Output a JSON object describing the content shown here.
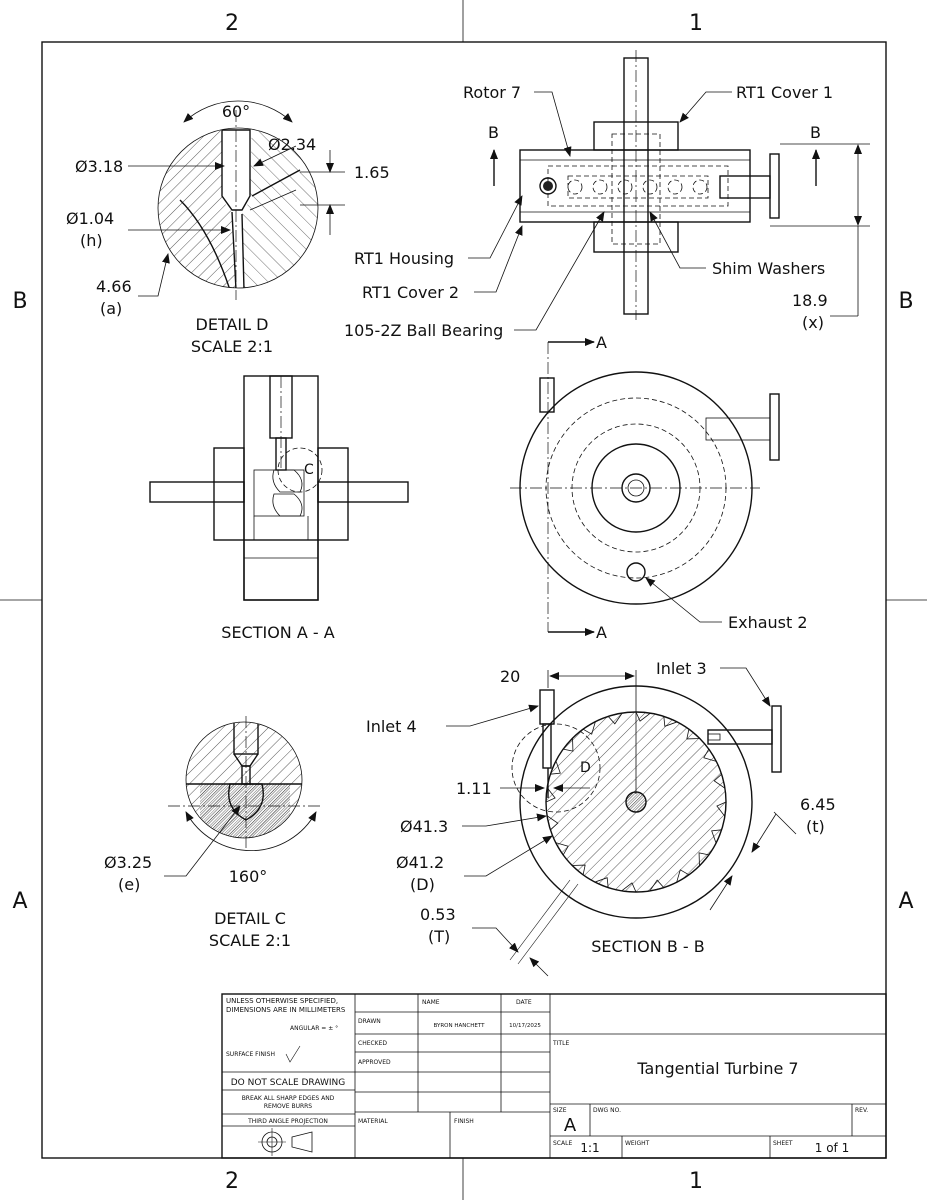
{
  "zones": {
    "top_left": "2",
    "top_right": "1",
    "left_top": "B",
    "left_bottom": "A",
    "right_top": "B",
    "right_bottom": "A",
    "bottom_left": "2",
    "bottom_right": "1"
  },
  "labels": {
    "rotor": "Rotor 7",
    "cover1": "RT1 Cover 1",
    "housing": "RT1 Housing",
    "cover2": "RT1 Cover 2",
    "shim": "Shim Washers",
    "bearing": "105-2Z Ball Bearing",
    "exhaust": "Exhaust 2",
    "inlet3": "Inlet 3",
    "inlet4": "Inlet 4",
    "detail_d_marker": "D",
    "detail_c_marker": "C",
    "section_b_left": "B",
    "section_b_right": "B",
    "section_a_top": "A",
    "section_a_bottom": "A"
  },
  "views": {
    "detail_d": {
      "title": "DETAIL D",
      "scale": "SCALE 2:1"
    },
    "section_aa": {
      "title": "SECTION A - A"
    },
    "detail_c": {
      "title": "DETAIL C",
      "scale": "SCALE 2:1"
    },
    "section_bb": {
      "title": "SECTION B - B"
    }
  },
  "dimensions": {
    "angle60": "60°",
    "d318": "Ø3.18",
    "d234": "Ø2.34",
    "d165": "1.65",
    "d104": "Ø1.04",
    "d104_var": "(h)",
    "d466": "4.66",
    "d466_var": "(a)",
    "d189": "18.9",
    "d189_var": "(x)",
    "d20": "20",
    "d111": "1.11",
    "d413": "Ø41.3",
    "d412": "Ø41.2",
    "d412_var": "(D)",
    "d645": "6.45",
    "d645_var": "(t)",
    "d053": "0.53",
    "d053_var": "(T)",
    "d325": "Ø3.25",
    "d325_var": "(e)",
    "angle160": "160°"
  },
  "title_block": {
    "unless1": "UNLESS OTHERWISE SPECIFIED,",
    "unless2": "DIMENSIONS ARE IN MILLIMETERS",
    "angular": "ANGULAR = ± °",
    "surface": "SURFACE FINISH",
    "noscale": "DO NOT SCALE DRAWING",
    "break1": "BREAK ALL SHARP EDGES AND",
    "break2": "REMOVE BURRS",
    "projection": "THIRD ANGLE PROJECTION",
    "col_name": "NAME",
    "col_date": "DATE",
    "drawn": "DRAWN",
    "drawn_name": "BYRON HANCHETT",
    "drawn_date": "10/17/2025",
    "checked": "CHECKED",
    "approved": "APPROVED",
    "material": "MATERIAL",
    "finish": "FINISH",
    "title_label": "TITLE",
    "title": "Tangential Turbine 7",
    "size_label": "SIZE",
    "size": "A",
    "dwg_label": "DWG NO.",
    "rev_label": "REV.",
    "scale_label": "SCALE",
    "scale": "1:1",
    "weight_label": "WEIGHT",
    "sheet_label": "SHEET",
    "sheet": "1 of 1"
  }
}
